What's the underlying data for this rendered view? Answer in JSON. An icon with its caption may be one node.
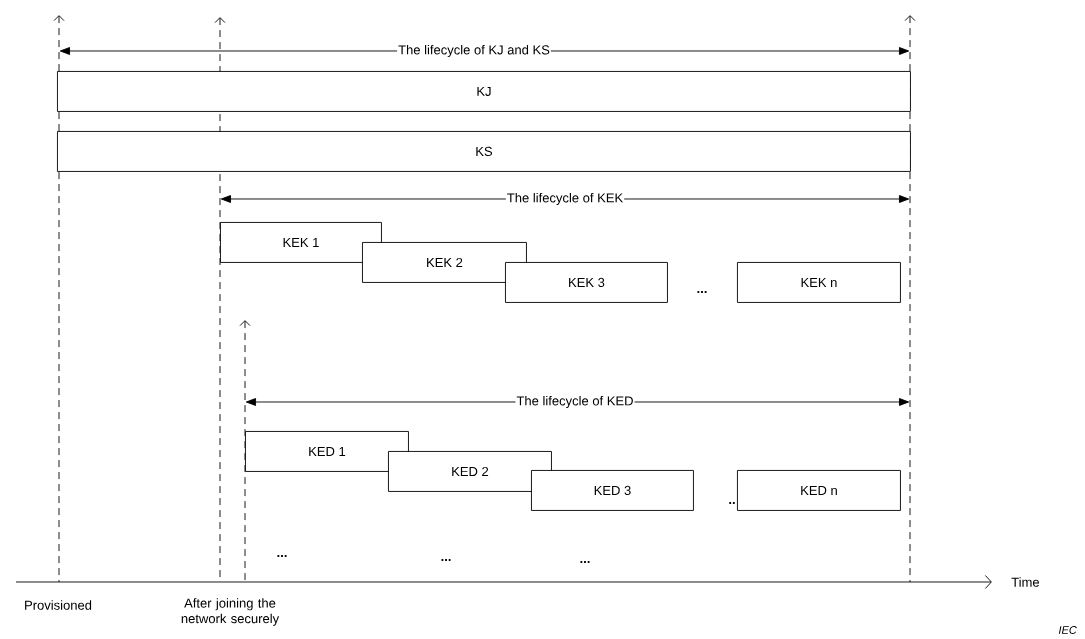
{
  "diagram": {
    "nodes": [
      {
        "text": [
          "KJ"
        ]
      },
      {
        "text": [
          "KS"
        ]
      },
      {
        "text": [
          "KEK 1"
        ]
      },
      {
        "text": [
          "KEK 2"
        ]
      },
      {
        "text": [
          "KEK 3"
        ]
      },
      {
        "text": [
          "KEK n"
        ]
      },
      {
        "text": [
          "KED 1"
        ]
      },
      {
        "text": [
          "KED 2"
        ]
      },
      {
        "text": [
          "KED 3"
        ]
      },
      {
        "text": [
          "KED n"
        ]
      }
    ],
    "labels": [
      "The lifecycle of KJ and KS",
      "The lifecycle of KEK",
      "...",
      "The lifecycle of KED",
      "..",
      "...",
      "...",
      "...",
      "Provisioned",
      "After joining the network securely",
      "Time",
      "IEC"
    ]
  }
}
